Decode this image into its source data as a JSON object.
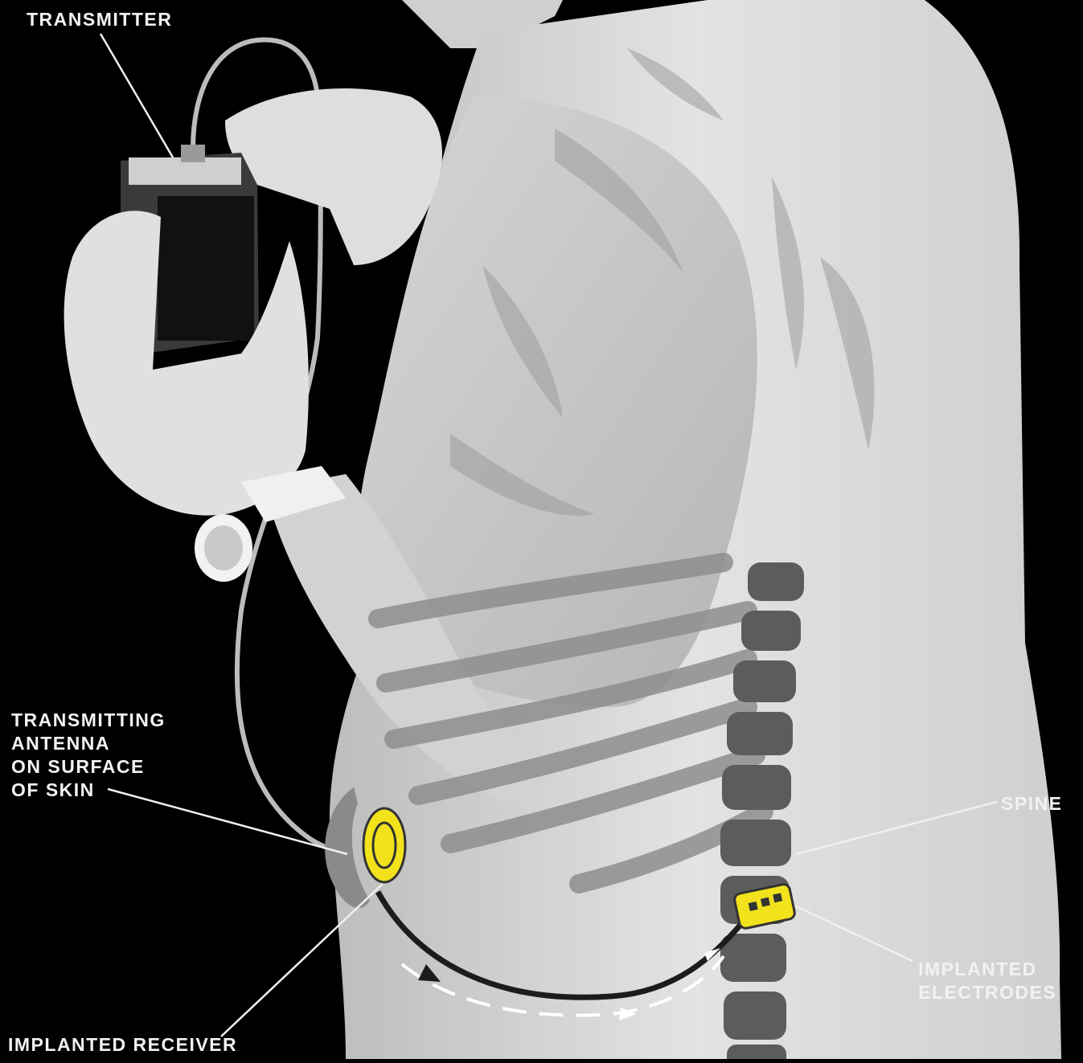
{
  "labels": {
    "transmitter": [
      "TRANSMITTER"
    ],
    "antenna": [
      "TRANSMITTING",
      "ANTENNA",
      "ON SURFACE",
      "OF SKIN"
    ],
    "spine": [
      "SPINE"
    ],
    "electrodes": [
      "IMPLANTED",
      "ELECTRODES"
    ],
    "receiver": [
      "IMPLANTED RECEIVER"
    ]
  },
  "colors": {
    "background": "#000000",
    "body": "#d9d9d9",
    "device_yellow": "#f1e21c",
    "label_text": "#f2f2f2"
  }
}
